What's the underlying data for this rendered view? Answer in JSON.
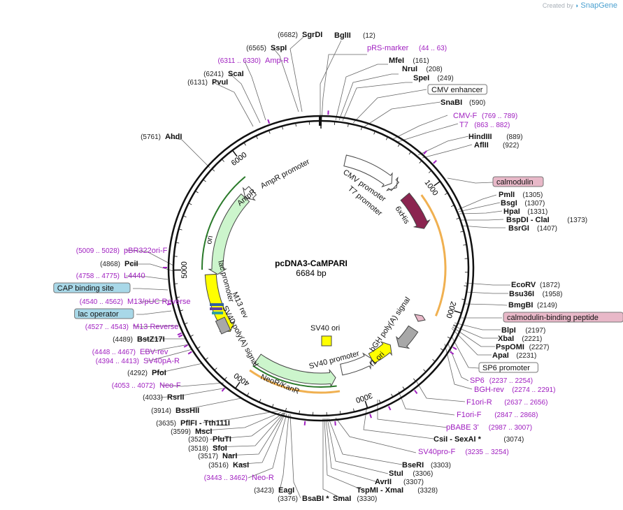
{
  "credit": {
    "prefix": "Created by",
    "brand": "SnapGene"
  },
  "plasmid": {
    "name": "pcDNA3-CaMPARI",
    "size": "6684 bp",
    "length": 6684
  },
  "ruler": [
    "1000",
    "2000",
    "3000",
    "4000",
    "5000",
    "6000"
  ],
  "colors": {
    "ampr": "#ccf5cc",
    "ampr_promoter": "#ffffff",
    "ori": "#ffff00",
    "cmv": "#ffffff",
    "t7": "#ffffff",
    "his": "#8b2550",
    "calmodulin_line": "#f0b050",
    "bgh": "#a8a8a8",
    "f1ori": "#ffff00",
    "sv40prom": "#ffffff",
    "neor": "#ccf5cc",
    "sv40ori": "#ffff00",
    "sv40pa": "#a8a8a8",
    "feature_text": "#a020c0",
    "grey_box": "#ffffff",
    "blue_box": "#a8d8e8",
    "pink_box": "#e8b8c8"
  },
  "features": [
    {
      "id": "ampr",
      "label": "AmpR",
      "start": 4951,
      "end": 5811
    },
    {
      "id": "ampr_promoter",
      "label": "AmpR promoter",
      "start": 5812,
      "end": 5916
    },
    {
      "id": "ori",
      "label": "ori",
      "start": 4365,
      "end": 4953
    },
    {
      "id": "cmv",
      "label": "CMV promoter",
      "start": 235,
      "end": 738
    },
    {
      "id": "t7",
      "label": "T7 promoter",
      "start": 783,
      "end": 801
    },
    {
      "id": "his",
      "label": "6xHis",
      "start": 920,
      "end": 1280
    },
    {
      "id": "bgh",
      "label": "bGH poly(A) signal",
      "start": 2290,
      "end": 2510
    },
    {
      "id": "f1ori",
      "label": "f1 ori",
      "start": 2560,
      "end": 2800
    },
    {
      "id": "sv40prom",
      "label": "SV40 promoter",
      "start": 2800,
      "end": 3130
    },
    {
      "id": "neor",
      "label": "NeoR/KanR",
      "start": 3200,
      "end": 3990
    },
    {
      "id": "sv40ori",
      "label": "SV40 ori"
    },
    {
      "id": "sv40pa",
      "label": "SV40 poly(A) signal"
    },
    {
      "id": "lac_promoter",
      "label": "lac promoter"
    },
    {
      "id": "m13rev",
      "label": "M13 rev"
    }
  ],
  "right_labels": [
    {
      "name": "BglII",
      "pos": "(12)",
      "type": "enzyme"
    },
    {
      "name": "pRS-marker",
      "pos": "(44 .. 63)",
      "type": "primer"
    },
    {
      "name": "MfeI",
      "pos": "(161)",
      "type": "enzyme"
    },
    {
      "name": "NruI",
      "pos": "(208)",
      "type": "enzyme"
    },
    {
      "name": "SpeI",
      "pos": "(249)",
      "type": "enzyme"
    },
    {
      "name": "CMV enhancer",
      "pos": "",
      "type": "greybox"
    },
    {
      "name": "SnaBI",
      "pos": "(590)",
      "type": "enzyme"
    },
    {
      "name": "CMV-F",
      "pos": "(769 .. 789)",
      "type": "primer"
    },
    {
      "name": "T7",
      "pos": "(863 .. 882)",
      "type": "primer"
    },
    {
      "name": "HindIII",
      "pos": "(889)",
      "type": "enzyme"
    },
    {
      "name": "AflII",
      "pos": "(922)",
      "type": "enzyme"
    },
    {
      "name": "calmodulin",
      "pos": "",
      "type": "pinkbox"
    },
    {
      "name": "PmlI",
      "pos": "(1305)",
      "type": "enzyme"
    },
    {
      "name": "BsgI",
      "pos": "(1307)",
      "type": "enzyme"
    },
    {
      "name": "HpaI",
      "pos": "(1331)",
      "type": "enzyme"
    },
    {
      "name": "BspDI - ClaI",
      "pos": "(1373)",
      "type": "enzyme"
    },
    {
      "name": "BsrGI",
      "pos": "(1407)",
      "type": "enzyme"
    },
    {
      "name": "EcoRV",
      "pos": "(1872)",
      "type": "enzyme"
    },
    {
      "name": "Bsu36I",
      "pos": "(1958)",
      "type": "enzyme"
    },
    {
      "name": "BmgBI",
      "pos": "(2149)",
      "type": "enzyme"
    },
    {
      "name": "calmodulin-binding peptide",
      "pos": "",
      "type": "pinkbox"
    },
    {
      "name": "BlpI",
      "pos": "(2197)",
      "type": "enzyme"
    },
    {
      "name": "XbaI",
      "pos": "(2221)",
      "type": "enzyme"
    },
    {
      "name": "PspOMI",
      "pos": "(2227)",
      "type": "enzyme"
    },
    {
      "name": "ApaI",
      "pos": "(2231)",
      "type": "enzyme"
    },
    {
      "name": "SP6 promoter",
      "pos": "",
      "type": "greybox"
    },
    {
      "name": "SP6",
      "pos": "(2237 .. 2254)",
      "type": "primer"
    },
    {
      "name": "BGH-rev",
      "pos": "(2274 .. 2291)",
      "type": "primer"
    },
    {
      "name": "F1ori-R",
      "pos": "(2637 .. 2656)",
      "type": "primer"
    },
    {
      "name": "F1ori-F",
      "pos": "(2847 .. 2868)",
      "type": "primer"
    },
    {
      "name": "pBABE 3'",
      "pos": "(2987 .. 3007)",
      "type": "primer"
    },
    {
      "name": "CsiI - SexAI *",
      "pos": "(3074)",
      "type": "enzyme"
    },
    {
      "name": "SV40pro-F",
      "pos": "(3235 .. 3254)",
      "type": "primer"
    },
    {
      "name": "BseRI",
      "pos": "(3303)",
      "type": "enzyme"
    },
    {
      "name": "StuI",
      "pos": "(3306)",
      "type": "enzyme"
    },
    {
      "name": "AvrII",
      "pos": "(3307)",
      "type": "enzyme"
    },
    {
      "name": "TspMI - XmaI",
      "pos": "(3328)",
      "type": "enzyme"
    },
    {
      "name": "SmaI",
      "pos": "(3330)",
      "type": "enzyme"
    }
  ],
  "left_labels": [
    {
      "name": "SgrDI",
      "pos": "(6682)",
      "type": "enzyme"
    },
    {
      "name": "SspI",
      "pos": "(6565)",
      "type": "enzyme"
    },
    {
      "name": "Amp-R",
      "pos": "(6311 .. 6330)",
      "type": "primer"
    },
    {
      "name": "ScaI",
      "pos": "(6241)",
      "type": "enzyme"
    },
    {
      "name": "PvuI",
      "pos": "(6131)",
      "type": "enzyme"
    },
    {
      "name": "AhdI",
      "pos": "(5761)",
      "type": "enzyme"
    },
    {
      "name": "pBR322ori-F",
      "pos": "(5009 .. 5028)",
      "type": "primer"
    },
    {
      "name": "PciI",
      "pos": "(4868)",
      "type": "enzyme"
    },
    {
      "name": "L4440",
      "pos": "(4758 .. 4775)",
      "type": "primer"
    },
    {
      "name": "CAP binding site",
      "pos": "",
      "type": "bluebox"
    },
    {
      "name": "M13/pUC Reverse",
      "pos": "(4540 .. 4562)",
      "type": "primer"
    },
    {
      "name": "lac operator",
      "pos": "",
      "type": "bluebox"
    },
    {
      "name": "M13 Reverse",
      "pos": "(4527 .. 4543)",
      "type": "primer"
    },
    {
      "name": "BstZ17I",
      "pos": "(4489)",
      "type": "enzyme"
    },
    {
      "name": "EBV-rev",
      "pos": "(4448 .. 4467)",
      "type": "primer"
    },
    {
      "name": "SV40pA-R",
      "pos": "(4394 .. 4413)",
      "type": "primer"
    },
    {
      "name": "PfoI",
      "pos": "(4292)",
      "type": "enzyme"
    },
    {
      "name": "Neo-F",
      "pos": "(4053 .. 4072)",
      "type": "primer"
    },
    {
      "name": "RsrII",
      "pos": "(4033)",
      "type": "enzyme"
    },
    {
      "name": "BssHII",
      "pos": "(3914)",
      "type": "enzyme"
    },
    {
      "name": "PflFI - Tth111I",
      "pos": "(3635)",
      "type": "enzyme"
    },
    {
      "name": "MscI",
      "pos": "(3599)",
      "type": "enzyme"
    },
    {
      "name": "PluTI",
      "pos": "(3520)",
      "type": "enzyme"
    },
    {
      "name": "SfoI",
      "pos": "(3518)",
      "type": "enzyme"
    },
    {
      "name": "NarI",
      "pos": "(3517)",
      "type": "enzyme"
    },
    {
      "name": "KasI",
      "pos": "(3516)",
      "type": "enzyme"
    },
    {
      "name": "Neo-R",
      "pos": "(3443 .. 3462)",
      "type": "primer"
    },
    {
      "name": "EagI",
      "pos": "(3423)",
      "type": "enzyme"
    },
    {
      "name": "BsaBI *",
      "pos": "(3376)",
      "type": "enzyme"
    }
  ]
}
